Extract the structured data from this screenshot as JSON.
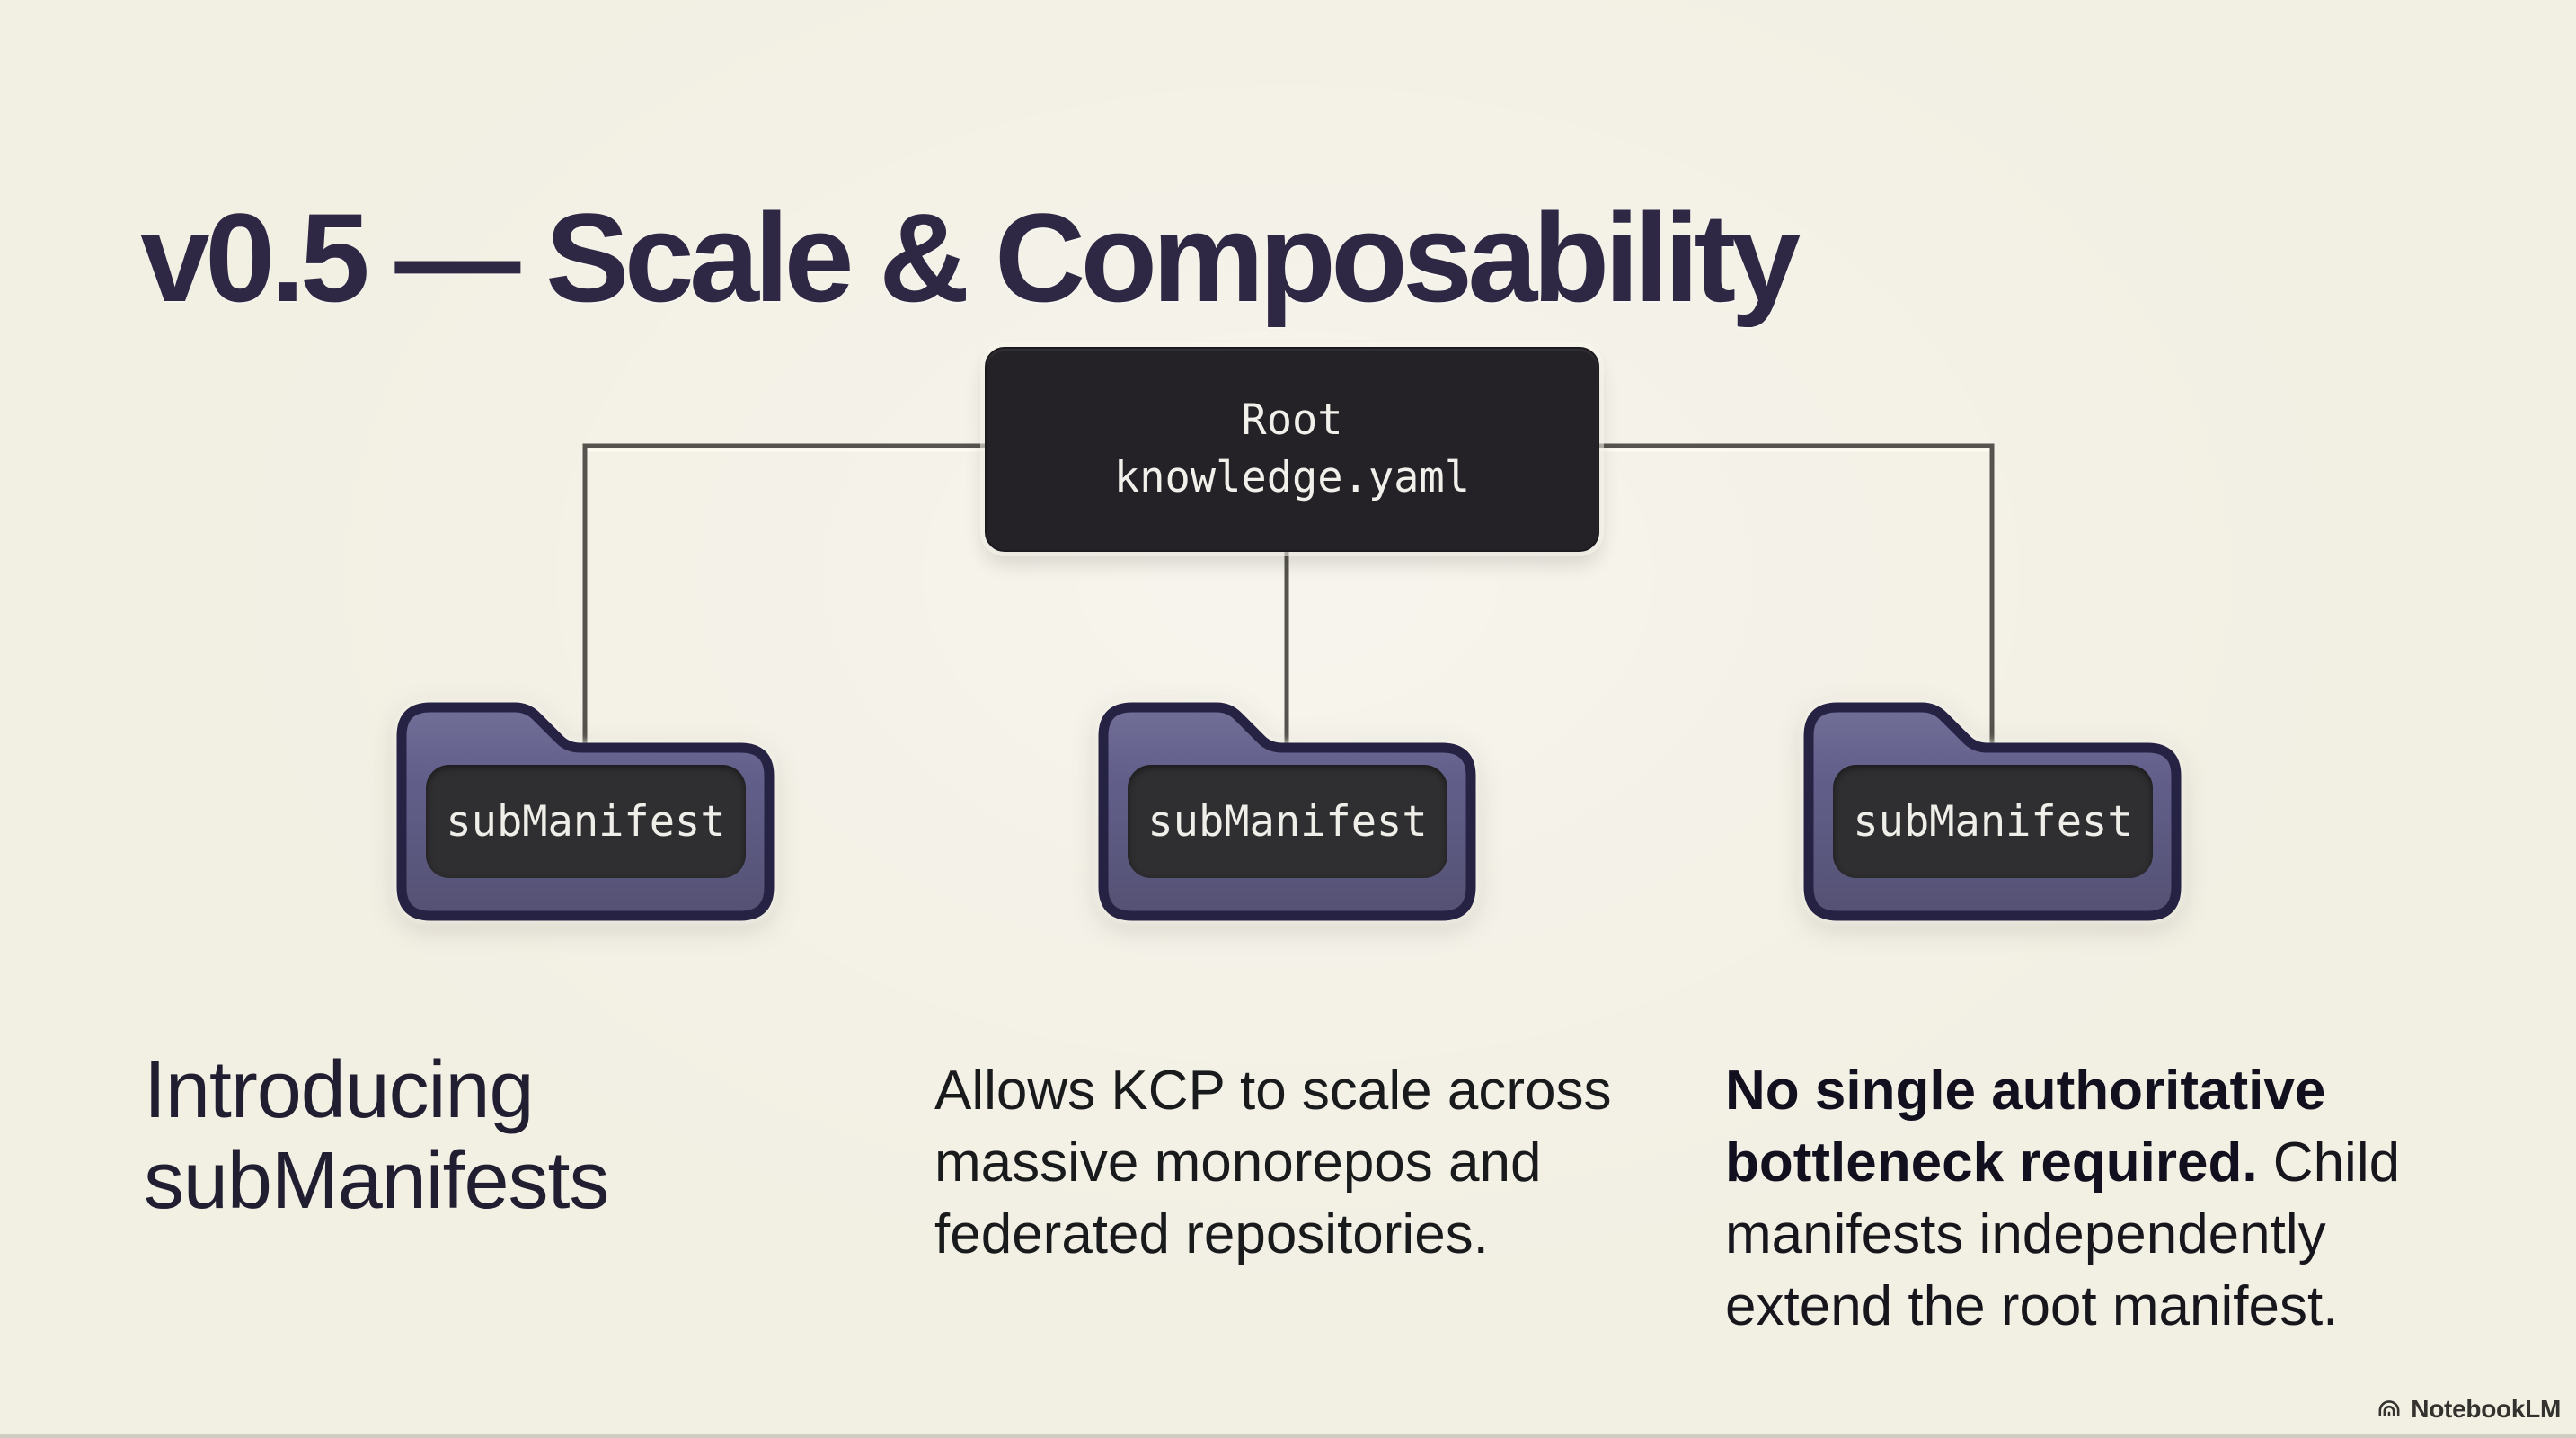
{
  "slide": {
    "title": "v0.5 — Scale & Composability"
  },
  "diagram": {
    "root_node": {
      "line1": "Root",
      "line2": "knowledge.yaml"
    },
    "folders": [
      {
        "label": "subManifest"
      },
      {
        "label": "subManifest"
      },
      {
        "label": "subManifest"
      }
    ]
  },
  "notes": {
    "col1": {
      "text": "Introducing subManifests"
    },
    "col2": {
      "text": "Allows KCP to scale across massive monorepos and federated repositories."
    },
    "col3": {
      "bold": "No single authoritative bottleneck required.",
      "rest": " Child manifests independently extend the root manifest."
    }
  },
  "watermark": {
    "label": "NotebookLM"
  },
  "colors": {
    "background": "#f2efe3",
    "title_text": "#2e2844",
    "root_node_bg": "#242227",
    "root_node_text": "#f2f0ea",
    "folder_fill": "#615f8a",
    "folder_border": "#262243",
    "folder_label_bg": "#2f2e30",
    "folder_label_text": "#efeee8",
    "connector_line": "#55534d",
    "body_text": "#191a1c"
  }
}
